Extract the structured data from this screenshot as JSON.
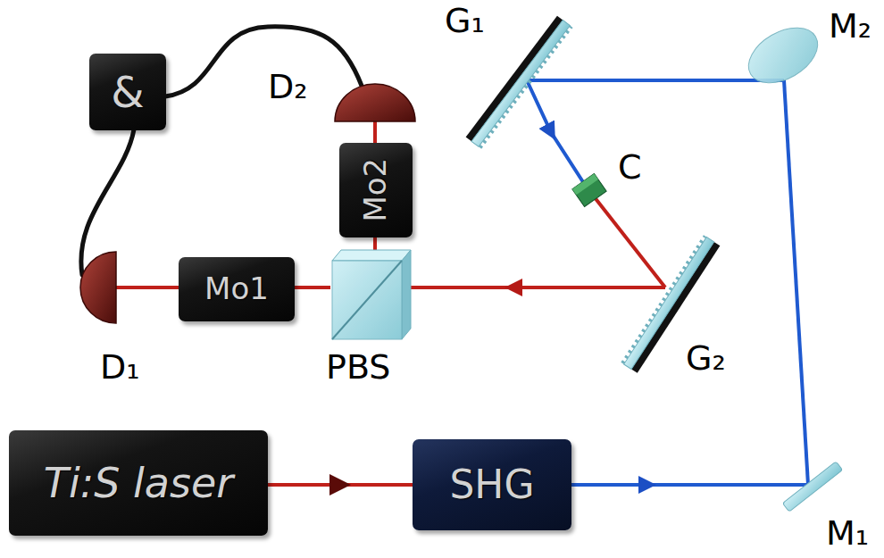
{
  "diagram": {
    "nodes": [
      {
        "text": [
          "&"
        ]
      },
      {
        "text": [
          "Mo2"
        ]
      },
      {
        "text": [
          "Mo1"
        ]
      },
      {
        "text": [
          "Ti:S laser"
        ]
      },
      {
        "text": [
          "SHG"
        ]
      }
    ],
    "edges": [
      {
        "from": 3,
        "to": 4,
        "arrow": "to"
      }
    ],
    "labels": [
      "G₁",
      "M₂",
      "D₂",
      "C",
      "D₁",
      "PBS",
      "G₂",
      "M₁"
    ]
  }
}
